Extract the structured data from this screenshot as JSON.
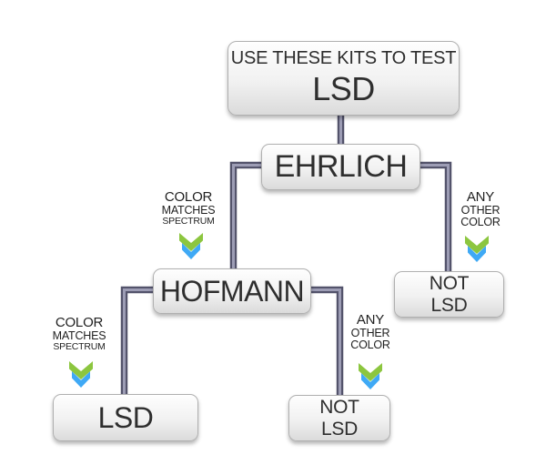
{
  "diagram": {
    "title_box": {
      "heading": "USE THESE KITS TO TEST",
      "subject": "LSD"
    },
    "nodes": {
      "ehrlich": {
        "label": "EHRLICH"
      },
      "hofmann": {
        "label": "HOFMANN"
      },
      "lsd_result": {
        "label": "LSD"
      },
      "not_lsd_right": {
        "line1": "NOT",
        "line2": "LSD"
      },
      "not_lsd_bottom": {
        "line1": "NOT",
        "line2": "LSD"
      }
    },
    "branch_labels": {
      "ehrlich_match": {
        "line1": "COLOR",
        "line2": "MATCHES",
        "line3": "SPECTRUM"
      },
      "ehrlich_other": {
        "line1": "ANY",
        "line2": "OTHER",
        "line3": "COLOR"
      },
      "hofmann_match": {
        "line1": "COLOR",
        "line2": "MATCHES",
        "line3": "SPECTRUM"
      },
      "hofmann_other": {
        "line1": "ANY",
        "line2": "OTHER",
        "line3": "COLOR"
      }
    },
    "icons": {
      "branch_arrow": "double-chevron-down"
    },
    "colors": {
      "chevron_green": "#8cc63f",
      "chevron_blue": "#3fa9f5",
      "connector_dark": "#53536b",
      "connector_light": "#9d9db5",
      "box_border": "#b0b0b0",
      "text": "#2e2e2e"
    }
  }
}
